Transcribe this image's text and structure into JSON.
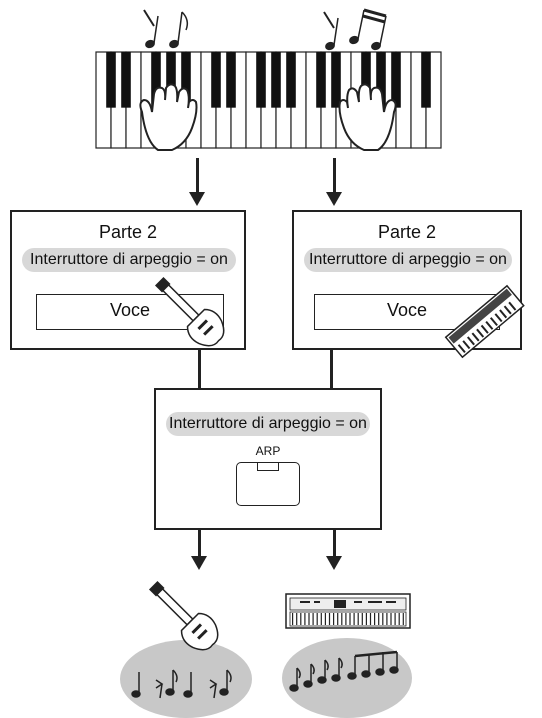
{
  "top_left_part": {
    "title": "Parte 2",
    "arp_switch": "Interruttore di arpeggio = on",
    "voice": "Voce",
    "instrument_icon": "electric-guitar-icon"
  },
  "top_right_part": {
    "title": "Parte 2",
    "arp_switch": "Interruttore di arpeggio = on",
    "voice": "Voce",
    "instrument_icon": "keyboard-synth-icon"
  },
  "middle_block": {
    "arp_switch": "Interruttore di arpeggio = on",
    "arp_button_label": "ARP"
  },
  "output_left": {
    "instrument_icon": "electric-guitar-icon",
    "notes_icon": "music-notes-icon"
  },
  "output_right": {
    "instrument_icon": "synthesizer-icon",
    "notes_icon": "music-notes-icon"
  },
  "colors": {
    "line": "#222222",
    "pill": "#d8d8d8",
    "oval": "#c8c8c8"
  }
}
